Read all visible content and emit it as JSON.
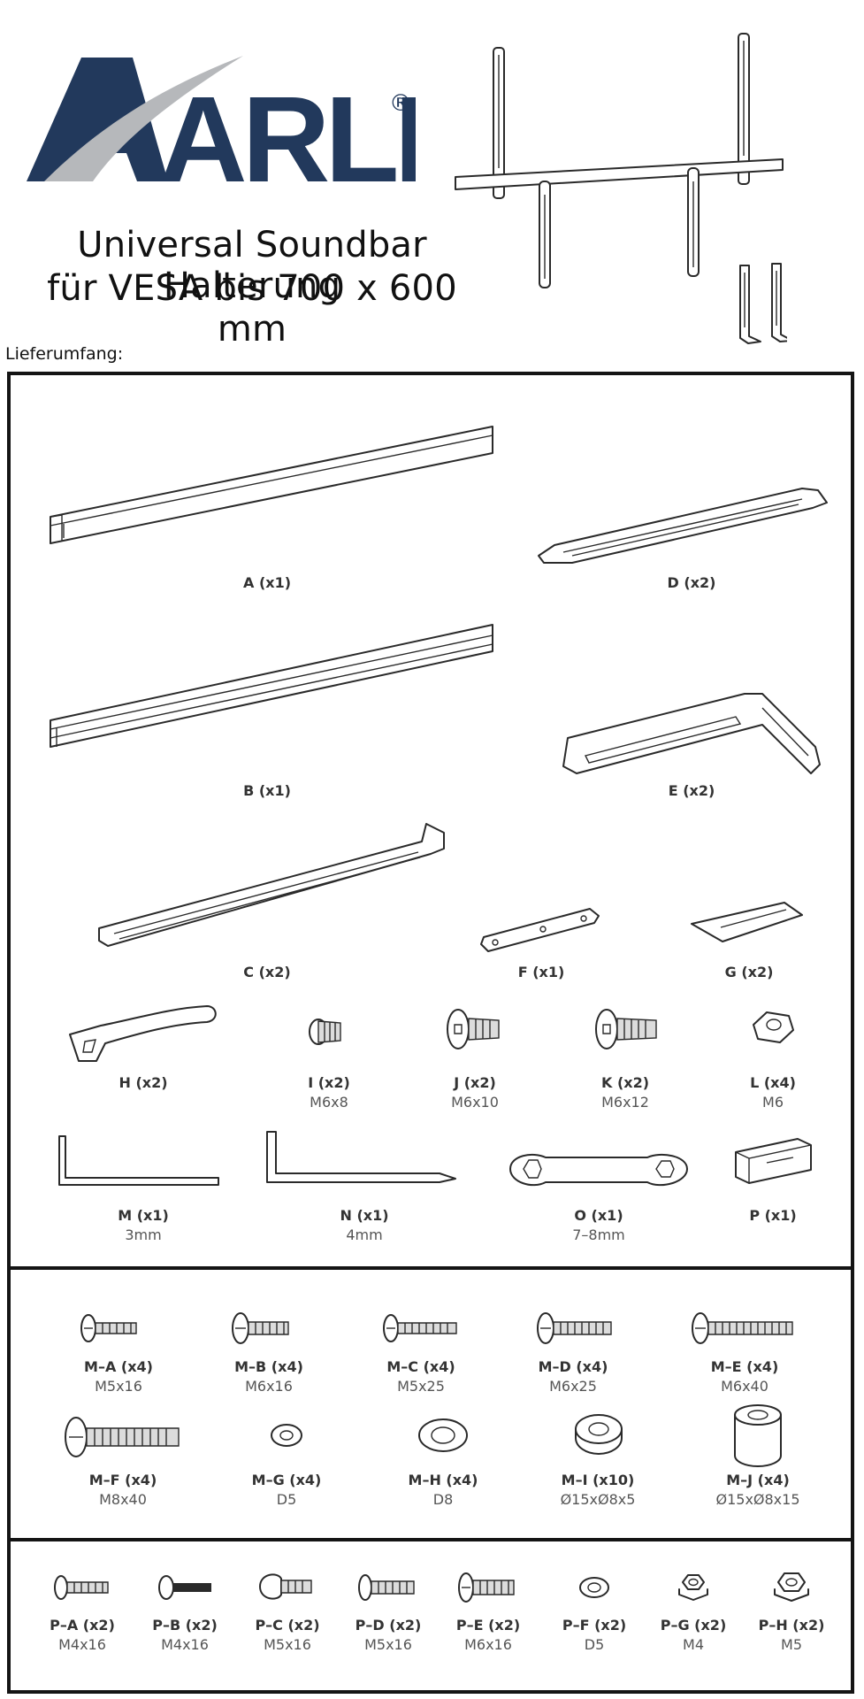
{
  "brand": {
    "name": "ARLI",
    "registered": "®",
    "color_navy": "#22395c",
    "color_silver": "#b6b8bb"
  },
  "title_line1": "Universal Soundbar Halterung",
  "title_line2": "für VESA bis 700 x 600 mm",
  "scope_label": "Lieferumfang:",
  "main_parts": [
    {
      "label": "A (x1)"
    },
    {
      "label": "D (x2)"
    },
    {
      "label": "B (x1)"
    },
    {
      "label": "E (x2)"
    },
    {
      "label": "C (x2)"
    },
    {
      "label": "F (x1)"
    },
    {
      "label": "G (x2)"
    }
  ],
  "small_parts": [
    {
      "label": "H (x2)",
      "spec": ""
    },
    {
      "label": "I (x2)",
      "spec": "M6x8"
    },
    {
      "label": "J (x2)",
      "spec": "M6x10"
    },
    {
      "label": "K (x2)",
      "spec": "M6x12"
    },
    {
      "label": "L (x4)",
      "spec": "M6"
    }
  ],
  "tools": [
    {
      "label": "M (x1)",
      "spec": "3mm"
    },
    {
      "label": "N (x1)",
      "spec": "4mm"
    },
    {
      "label": "O (x1)",
      "spec": "7–8mm"
    },
    {
      "label": "P (x1)",
      "spec": ""
    }
  ],
  "m_screws": [
    {
      "label": "M–A (x4)",
      "spec": "M5x16"
    },
    {
      "label": "M–B (x4)",
      "spec": "M6x16"
    },
    {
      "label": "M–C (x4)",
      "spec": "M5x25"
    },
    {
      "label": "M–D (x4)",
      "spec": "M6x25"
    },
    {
      "label": "M–E (x4)",
      "spec": "M6x40"
    },
    {
      "label": "M–F (x4)",
      "spec": "M8x40"
    },
    {
      "label": "M–G (x4)",
      "spec": "D5"
    },
    {
      "label": "M–H (x4)",
      "spec": "D8"
    },
    {
      "label": "M–I (x10)",
      "spec": "Ø15xØ8x5"
    },
    {
      "label": "M–J (x4)",
      "spec": "Ø15xØ8x15"
    }
  ],
  "p_screws": [
    {
      "label": "P–A (x2)",
      "spec": "M4x16"
    },
    {
      "label": "P–B (x2)",
      "spec": "M4x16"
    },
    {
      "label": "P–C (x2)",
      "spec": "M5x16"
    },
    {
      "label": "P–D (x2)",
      "spec": "M5x16"
    },
    {
      "label": "P–E (x2)",
      "spec": "M6x16"
    },
    {
      "label": "P–F (x2)",
      "spec": "D5"
    },
    {
      "label": "P–G (x2)",
      "spec": "M4"
    },
    {
      "label": "P–H (x2)",
      "spec": "M5"
    }
  ]
}
